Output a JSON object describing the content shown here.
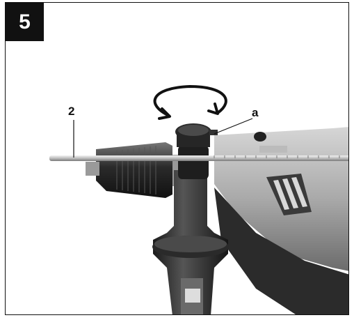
{
  "figure": {
    "number": "5",
    "callouts": {
      "rod": "2",
      "screw": "a"
    }
  }
}
